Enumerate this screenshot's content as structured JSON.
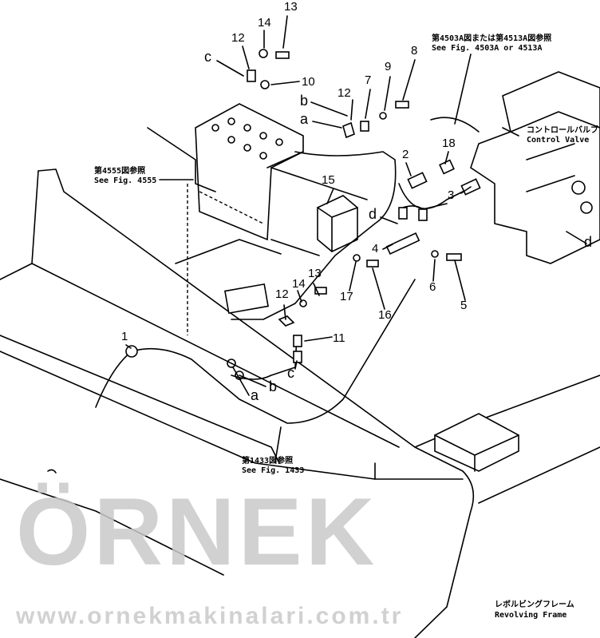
{
  "callouts": {
    "n13a": "13",
    "n14a": "14",
    "n12a": "12",
    "ca": "c",
    "n10": "10",
    "n12b": "12",
    "n7": "7",
    "n9": "9",
    "n8": "8",
    "ba": "b",
    "aa": "a",
    "n2": "2",
    "n18": "18",
    "n3": "3",
    "n15": "15",
    "da": "d",
    "n4": "4",
    "n17": "17",
    "n16": "16",
    "n6": "6",
    "n5": "5",
    "n13b": "13",
    "n14b": "14",
    "n12c": "12",
    "n11": "11",
    "n1": "1",
    "cb": "c",
    "bb": "b",
    "ab": "a",
    "db": "d"
  },
  "references": {
    "fig4503_jp": "第4503A図または第4513A図参照",
    "fig4503_en": "See Fig. 4503A or 4513A",
    "control_valve_jp": "コントロールバルブ",
    "control_valve_en": "Control Valve",
    "fig4555_jp": "第4555図参照",
    "fig4555_en": "See Fig. 4555",
    "fig1433_jp": "第1433図参照",
    "fig1433_en": "See Fig. 1433",
    "frame_jp": "レボルビングフレーム",
    "frame_en": "Revolving Frame"
  },
  "watermark": {
    "brand": "ÖRNEK",
    "url": "www.ornekmakinalari.com.tr"
  }
}
